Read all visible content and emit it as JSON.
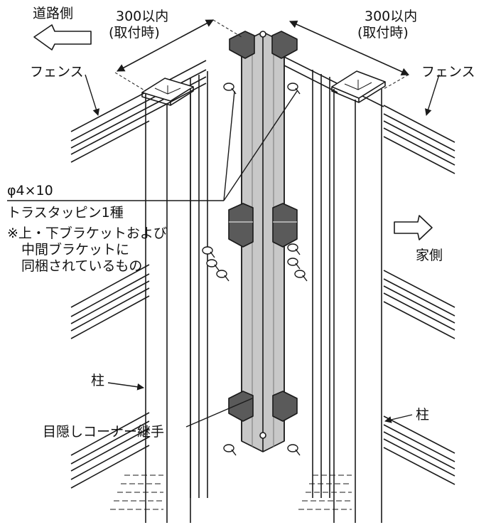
{
  "labels": {
    "road_side": "道路側",
    "dim_left_line1": "300以内",
    "dim_left_line2": "(取付時)",
    "dim_right_line1": "300以内",
    "dim_right_line2": "(取付時)",
    "fence_left": "フェンス",
    "fence_right": "フェンス",
    "screw_size": "φ4×10",
    "screw_type": "トラスタッピン1種",
    "note_line1": "※上・下ブラケットおよび",
    "note_line2": "中間ブラケットに",
    "note_line3": "同梱されているもの",
    "house_side": "家側",
    "post_left": "柱",
    "post_right": "柱",
    "corner_joint": "目隠しコーナー継手"
  },
  "colors": {
    "line": "#1a1a1a",
    "joint_fill": "#c8c8c8",
    "joint_dark": "#9a9a9a",
    "bracket_fill": "#5a5a5a",
    "background": "#ffffff"
  }
}
